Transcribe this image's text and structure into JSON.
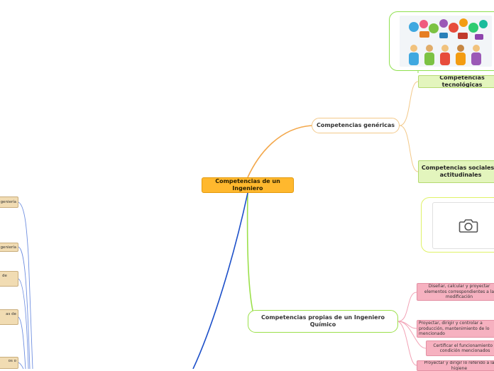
{
  "central": {
    "label": "Competencias de un Ingeniero"
  },
  "generic": {
    "label": "Competencias genéricas",
    "children": {
      "tech": "Competencias tecnológicas",
      "social": "Competencias sociales y actitudinales"
    }
  },
  "specific": {
    "label": "Competencias propias de un Ingeniero Químico",
    "children": [
      "Diseñar, calcular y proyectar elementos correspondientes a la modificación",
      "Proyectar, dirigir y controlar a producción, mantenimiento de lo mencionado",
      "Certificar el funcionamiento o condición mencionados",
      "Proyectar y dirigir lo referido a la higiene"
    ]
  },
  "left_nodes": [
    "geniería",
    "geniería",
    "de",
    "as de",
    "os o"
  ],
  "media": {
    "collage_icon": "tech-people-collage",
    "camera_icon": "camera-icon"
  },
  "colors": {
    "central": "#ffb82e",
    "green_branch": "#8ee04d",
    "orange_branch": "#f3a74a",
    "blue_branch": "#1c4fc9",
    "pink_node": "#f6b1c0",
    "green_node": "#e3f5bd",
    "tan_node": "#f1dcb3"
  }
}
